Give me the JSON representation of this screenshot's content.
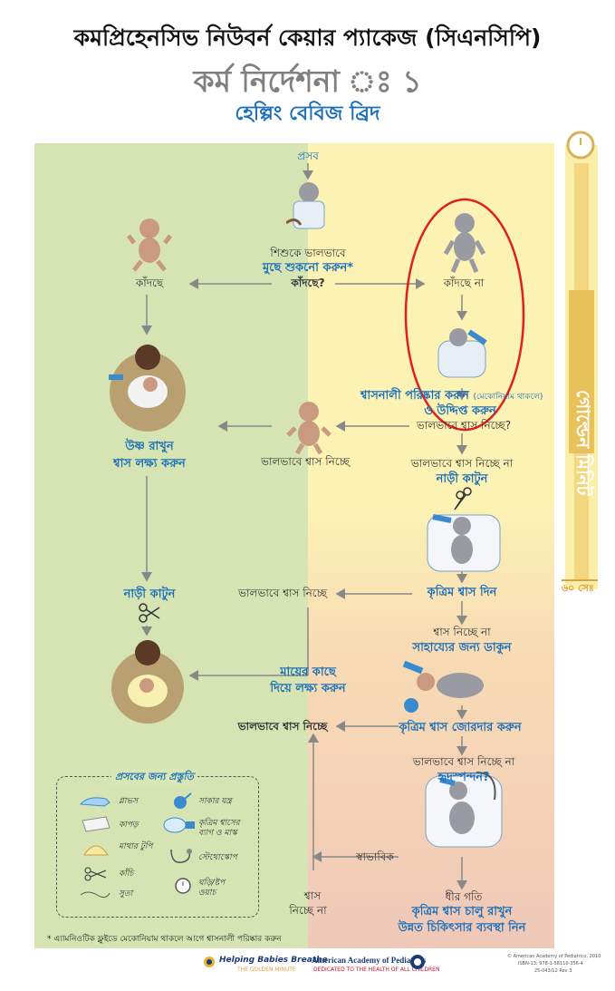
{
  "header": {
    "title": "কমপ্রিহেনসিভ নিউবর্ন কেয়ার প্যাকেজ (সিএনসিপি)",
    "subtitle": "কর্ম নির্দেশনা ঃ ১",
    "program": "হেল্পিং বেবিজ ব্রিদ"
  },
  "timeline": {
    "golden_minute": "গোল্ডেন মিনিট",
    "seconds_mark": "৬০ সেঃ"
  },
  "flow": {
    "birth": "প্রসব",
    "dry_prefix": "শিশুকে ভালভাবে",
    "dry_action": "মুছে শুকনো করুন*",
    "crying_q": "কাঁদছে?",
    "crying": "কাঁদছে",
    "not_crying": "কাঁদছে না",
    "clear_airway": "শ্বাসনালী পরিষ্কার করুন",
    "clear_airway_note": "(মেকোনিয়াম থাকলে)",
    "stimulate": "ও উদ্দিপ্ত করুন",
    "breathing_well_q": "ভালভাবে শ্বাস নিচ্ছে?",
    "breathing_well": "ভালভাবে শ্বাস নিচ্ছে",
    "keep_warm": "উষ্ণ রাখুন",
    "check_breathing": "শ্বাস লক্ষ্য করুন",
    "not_breathing_well_1": "ভালভাবে শ্বাস নিচ্ছে না",
    "cut_cord_1": "নাড়ী কাটুন",
    "ventilate": "কৃত্রিম শ্বাস দিন",
    "breathing_well_2": "ভালভাবে শ্বাস নিচ্ছে",
    "cut_cord_2": "নাড়ী কাটুন",
    "not_breathing": "শ্বাস নিচ্ছে না",
    "call_help": "সাহায্যের জন্য ডাকুন",
    "with_mother_1": "মায়ের কাছে",
    "with_mother_2": "দিয়ে লক্ষ্য করুন",
    "improve_ventilation": "কৃত্রিম শ্বাস জোরদার করুন",
    "breathing_well_3": "ভালভাবে শ্বাস নিচ্ছে",
    "not_breathing_well_2": "ভালভাবে শ্বাস নিচ্ছে না",
    "heart_rate_q": "হৃদস্পন্দন?",
    "normal": "স্বাভাবিক",
    "slow": "ধীর গতি",
    "breath_label": "শ্বাস",
    "not_breathing_2": "নিচ্ছে না",
    "continue_vent": "কৃত্রিম শ্বাস চালু রাখুন",
    "advanced_care": "উন্নত চিকিৎসার ব্যবস্থা নিন"
  },
  "legend": {
    "title": "প্রসবের জন্য প্রস্তুতি",
    "items": [
      "গ্লাভস",
      "কাপড়",
      "মাথার টুপি",
      "কাঁচি",
      "সুতা",
      "সাকার যন্ত্র",
      "কৃত্রিম শ্বাসের ব্যাগ ও মাস্ক",
      "স্টেথোস্কোপ",
      "ঘড়ি/ষ্টপ ওয়াচ"
    ]
  },
  "footnote": "* এ্যামনিওটিক ফ্লুইডে মেকোনিয়াম থাকলে আগে শ্বাসনালী পরিষ্কার করুন",
  "footer": {
    "hbb_logo": "Helping Babies Breathe",
    "hbb_tag": "THE GOLDEN MINUTE",
    "aap": "American Academy of Pediatrics",
    "aap_tag": "DEDICATED TO THE HEALTH OF ALL CHILDREN",
    "copyright": "© American Academy of Pediatrics, 2010",
    "isbn": "ISBN-13: 978-1-58110-356-4",
    "code": "25-043/12 Rev 3"
  },
  "colors": {
    "green_zone": "#d6e4b4",
    "yellow_zone": "#fcf2b4",
    "orange_zone": "#f8dcb4",
    "red_zone": "#efc8b8",
    "accent_blue": "#1a6fb8",
    "highlight_red": "#e02020"
  }
}
